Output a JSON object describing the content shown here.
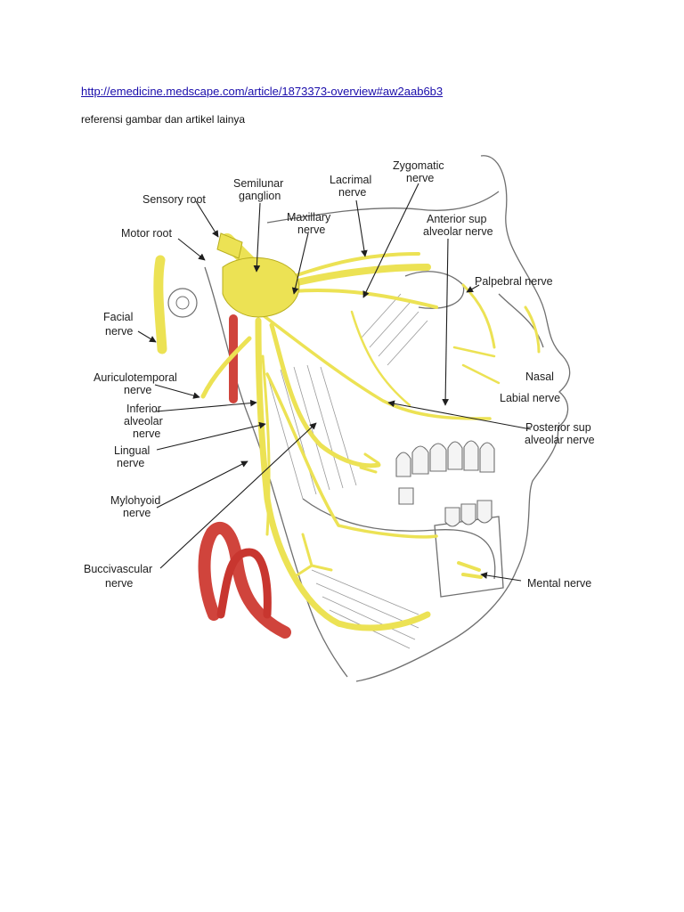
{
  "document": {
    "link_text": "http://emedicine.medscape.com/article/1873373-overview#aw2aab6b3",
    "caption": "referensi gambar dan artikel lainya"
  },
  "figure": {
    "colors": {
      "nerve": "#ece254",
      "nerve_stroke": "#b8ae1e",
      "artery": "#d0443c",
      "sketch": "#6f6f6f"
    },
    "labels": {
      "sensory_root": "Sensory root",
      "motor_root": "Motor root",
      "semilunar_l1": "Semilunar",
      "semilunar_l2": "ganglion",
      "maxillary_l1": "Maxillary",
      "maxillary_l2": "nerve",
      "lacrimal_l1": "Lacrimal",
      "lacrimal_l2": "nerve",
      "zygomatic_l1": "Zygomatic",
      "zygomatic_l2": "nerve",
      "ant_sup_l1": "Anterior sup",
      "ant_sup_l2": "alveolar nerve",
      "palpebral": "Palpebral nerve",
      "facial_l1": "Facial",
      "facial_l2": "nerve",
      "nasal": "Nasal",
      "labial": "Labial nerve",
      "auriculo_l1": "Auriculotemporal",
      "auriculo_l2": "nerve",
      "inf_alv_l1": "Inferior",
      "inf_alv_l2": "alveolar",
      "inf_alv_l3": "nerve",
      "post_sup_l1": "Posterior sup",
      "post_sup_l2": "alveolar nerve",
      "lingual_l1": "Lingual",
      "lingual_l2": "nerve",
      "mylohyoid_l1": "Mylohyoid",
      "mylohyoid_l2": "nerve",
      "buccivascular_l1": "Buccivascular",
      "buccivascular_l2": "nerve",
      "mental": "Mental nerve"
    }
  }
}
